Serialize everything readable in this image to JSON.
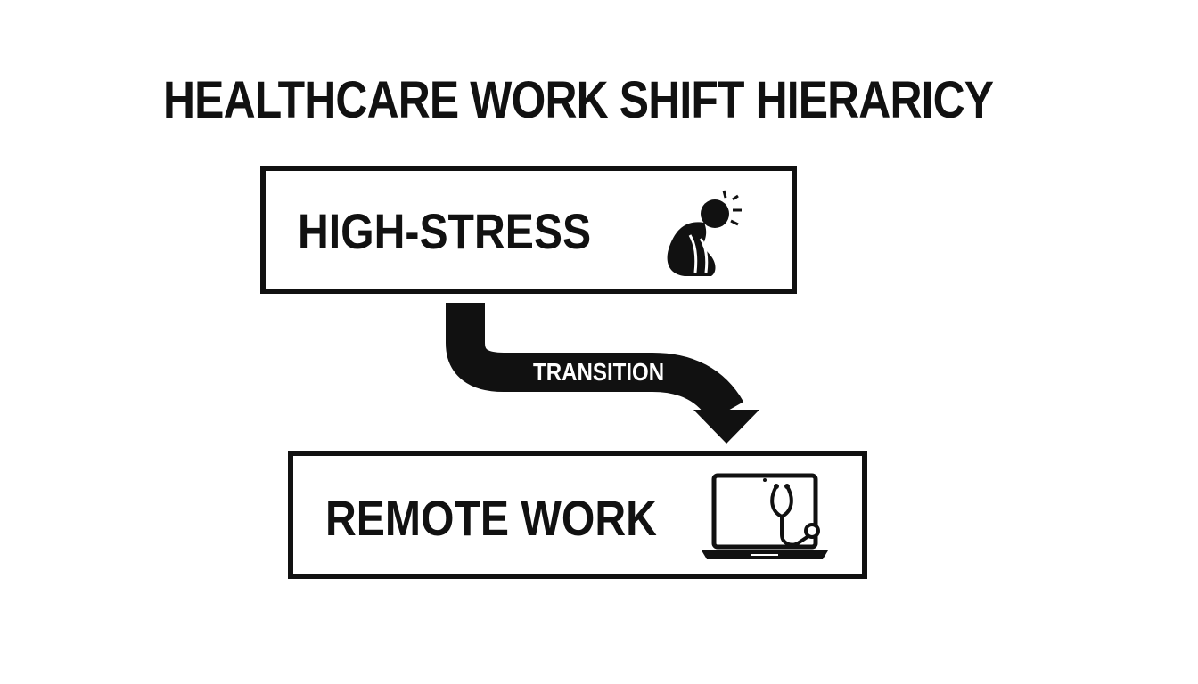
{
  "diagram": {
    "title": "HEALTHCARE WORK SHIFT HIERARICY",
    "nodes": [
      {
        "id": "high-stress",
        "label": "HIGH-STRESS",
        "icon": "stressed-person-icon"
      },
      {
        "id": "remote-work",
        "label": "REMOTE WORK",
        "icon": "laptop-stethoscope-icon"
      }
    ],
    "edge": {
      "from": "high-stress",
      "to": "remote-work",
      "label": "TRANSITION"
    },
    "colors": {
      "ink": "#111111",
      "background": "#ffffff",
      "arrow_text": "#ffffff"
    }
  }
}
